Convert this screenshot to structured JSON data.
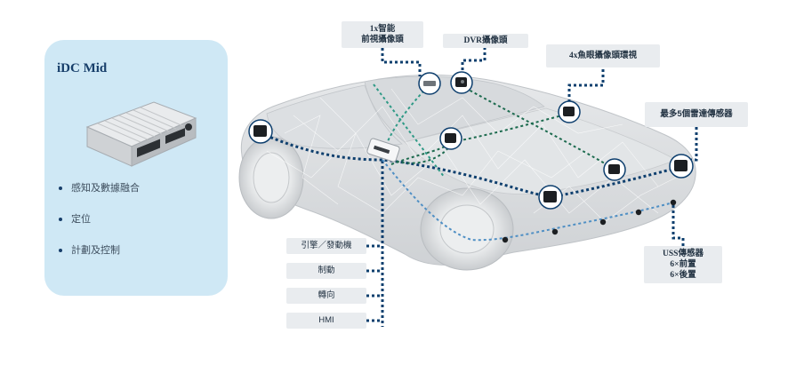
{
  "card": {
    "title": "iDC Mid",
    "bullets": [
      "感知及數據融合",
      "定位",
      "計劃及控制"
    ]
  },
  "labels": {
    "front_camera": [
      "1x智能",
      "前視攝像頭"
    ],
    "dvr_camera": "DVR攝像頭",
    "fisheye": "4x魚眼攝像頭環視",
    "radar": "最多5個雷達傳感器",
    "uss": [
      "USS傳感器",
      "6×前置",
      "6×後置"
    ],
    "systems": [
      "引擎／發動機",
      "制動",
      "轉向",
      "HMI"
    ]
  },
  "icons": {
    "ecu": "ecu-module-icon",
    "camera": "camera-sensor-icon",
    "radar": "radar-sensor-icon",
    "uss": "ultrasonic-sensor-icon"
  },
  "colors": {
    "card_bg": "#cfe8f5",
    "title": "#173e6a",
    "navy_line": "#0e3f6e",
    "teal_line": "#2f9a86",
    "green_line": "#1d6b4f",
    "light_blue_line": "#4f8fc4",
    "pill_bg": "#e9ecef"
  }
}
